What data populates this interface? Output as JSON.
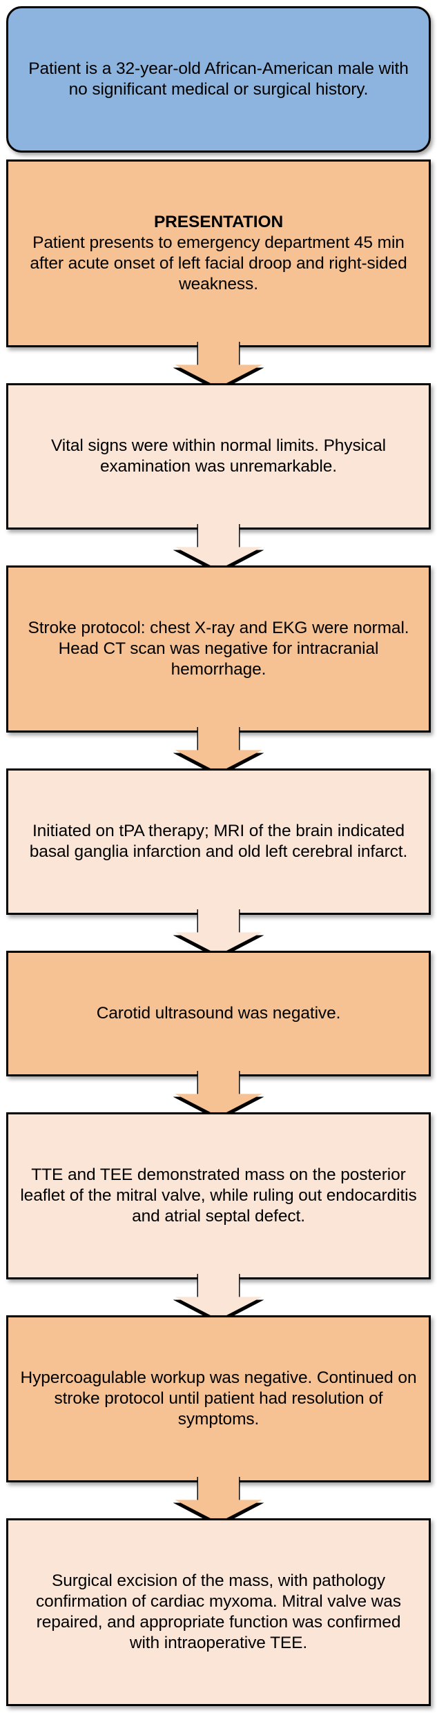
{
  "diagram": {
    "title": "Clinical case flowchart: cardiac myxoma presenting as stroke",
    "type": "vertical-flowchart",
    "colors": {
      "blue_fill": "#8cb4de",
      "orange_fill": "#f6c193",
      "peach_fill": "#fae5d6",
      "border": "#000000",
      "text": "#000000",
      "background": "#ffffff"
    },
    "nodes": [
      {
        "id": "node-patient-history",
        "name": "patient-history",
        "fill": "blue",
        "shape": "rounded-rectangle",
        "heading": "",
        "text": "Patient is a 32-year-old African-American male with no significant medical or surgical history.",
        "has_arrow": false
      },
      {
        "id": "node-presentation",
        "name": "presentation",
        "fill": "orange",
        "shape": "rectangle",
        "heading": "PRESENTATION",
        "text": "Patient presents to emergency department 45 min after acute onset of left facial droop and right-sided weakness.",
        "has_arrow": true
      },
      {
        "id": "node-vitals",
        "name": "vital-signs-exam",
        "fill": "peach",
        "shape": "rectangle",
        "heading": "",
        "text": "Vital signs were within normal limits. Physical examination was unremarkable.",
        "has_arrow": true
      },
      {
        "id": "node-stroke-protocol",
        "name": "stroke-protocol-imaging",
        "fill": "orange",
        "shape": "rectangle",
        "heading": "",
        "text": "Stroke protocol: chest X-ray and EKG were normal. Head CT scan was negative for intracranial hemorrhage.",
        "has_arrow": true
      },
      {
        "id": "node-tpa-mri",
        "name": "tpa-therapy-mri",
        "fill": "peach",
        "shape": "rectangle",
        "heading": "",
        "text": "Initiated on tPA therapy; MRI of the brain indicated basal ganglia infarction and old left cerebral infarct.",
        "has_arrow": true
      },
      {
        "id": "node-carotid",
        "name": "carotid-ultrasound",
        "fill": "orange",
        "shape": "rectangle",
        "heading": "",
        "text": "Carotid ultrasound was negative.",
        "has_arrow": true
      },
      {
        "id": "node-echo",
        "name": "tte-tee-echocardiography",
        "fill": "peach",
        "shape": "rectangle",
        "heading": "",
        "text": "TTE and TEE demonstrated mass on the posterior leaflet of the mitral valve, while ruling out endocarditis and atrial septal defect.",
        "has_arrow": true
      },
      {
        "id": "node-hypercoag",
        "name": "hypercoagulable-workup",
        "fill": "orange",
        "shape": "rectangle",
        "heading": "",
        "text": "Hypercoagulable workup was negative. Continued on stroke protocol until patient had resolution of symptoms.",
        "has_arrow": true
      },
      {
        "id": "node-surgery",
        "name": "surgical-excision-outcome",
        "fill": "peach",
        "shape": "rectangle",
        "heading": "",
        "text": "Surgical excision of the mass, with pathology confirmation of cardiac myxoma. Mitral valve was repaired, and appropriate function was confirmed with intraoperative TEE.",
        "has_arrow": false
      }
    ]
  }
}
